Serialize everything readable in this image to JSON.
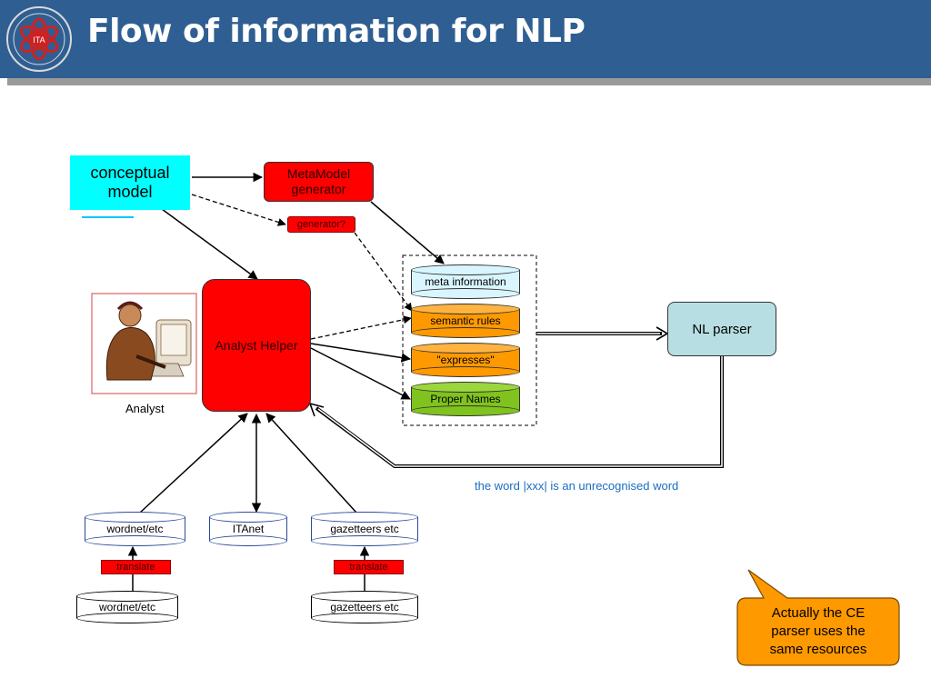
{
  "slide": {
    "title": "Flow of information for NLP"
  },
  "logo": {
    "icon": "ita-seal-icon",
    "text": "ITA"
  },
  "nodes": {
    "conceptual_model": "conceptual model",
    "metamodel_generator": "MetaModel generator",
    "generator_q": "generator?",
    "analyst_helper": "Analyst Helper",
    "analyst_label": "Analyst",
    "nl_parser": "NL parser",
    "meta_information": "meta information",
    "semantic_rules": "semantic rules",
    "expresses": "\"expresses\"",
    "proper_names": "Proper Names",
    "wordnet_top": "wordnet/etc",
    "itanet": "ITAnet",
    "gazetteers_top": "gazetteers etc",
    "translate_left": "translate",
    "translate_right": "translate",
    "wordnet_bottom": "wordnet/etc",
    "gazetteers_bottom": "gazetteers etc"
  },
  "annotations": {
    "unrecognised": "the word |xxx| is an unrecognised word",
    "callout": "Actually the CE parser uses the same resources"
  },
  "colors": {
    "header": "#2f5f92",
    "cyan": "#00ffff",
    "red": "#ff0000",
    "orange": "#ff9900",
    "green": "#80c31e",
    "light_blue": "#d9f5ff",
    "parser": "#b7dfe3",
    "link_blue": "#1a6dc2"
  }
}
